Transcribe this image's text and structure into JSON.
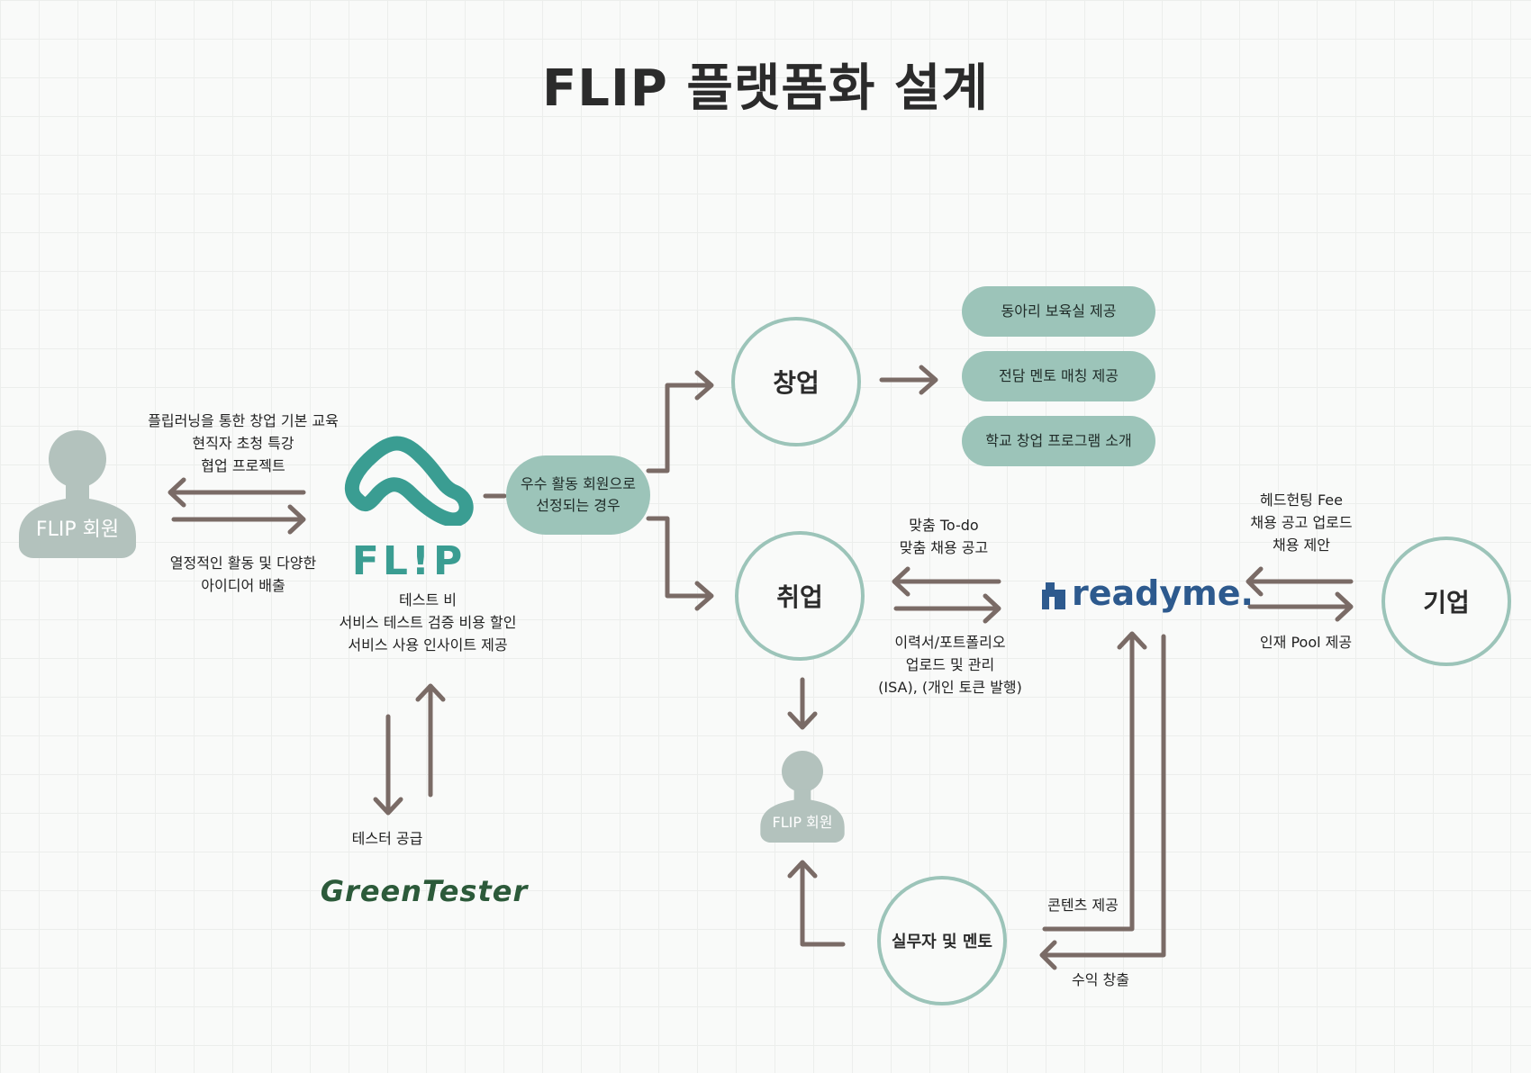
{
  "title": "FLIP 플랫폼화 설계",
  "nodes": {
    "flip_member_left": "FLIP 회원",
    "flip_member_center": "FLIP 회원",
    "startup": "창업",
    "employment": "취업",
    "company": "기업",
    "mentor": "실무자 및 멘토",
    "selected_line1": "우수 활동 회원으로",
    "selected_line2": "선정되는 경우"
  },
  "logos": {
    "flip": "FL!P",
    "readyme": "readyme.",
    "greentester": "GreenTester"
  },
  "startup_benefits": [
    "동아리 보육실 제공",
    "전담 멘토 매칭 제공",
    "학교 창업 프로그램 소개"
  ],
  "labels": {
    "flip_to_member": [
      "플립러닝을 통한 창업 기본 교육",
      "현직자 초청 특강",
      "협업 프로젝트"
    ],
    "member_to_flip": [
      "열정적인 활동 및 다양한",
      "아이디어 배출"
    ],
    "tester_benefit": [
      "테스트 비",
      "서비스 테스트 검증 비용 할인",
      "서비스 사용 인사이트 제공"
    ],
    "tester_supply": "테스터 공급",
    "readyme_to_job": [
      "맞춤 To-do",
      "맞춤 채용 공고"
    ],
    "job_to_readyme": [
      "이력서/포트폴리오",
      "업로드 및 관리",
      "(ISA), (개인 토큰 발행)"
    ],
    "company_to_readyme": [
      "헤드헌팅 Fee",
      "채용 공고 업로드",
      "채용 제안"
    ],
    "readyme_to_company": "인재 Pool 제공",
    "content": "콘텐츠 제공",
    "revenue": "수익 창출"
  },
  "colors": {
    "accent": "#9cc4b9",
    "arrow": "#7a6b66",
    "person": "#b3c2bd",
    "flip_logo": "#3a9d92",
    "readyme_logo": "#2d5a8e",
    "greentester_logo": "#2c5a3a"
  }
}
